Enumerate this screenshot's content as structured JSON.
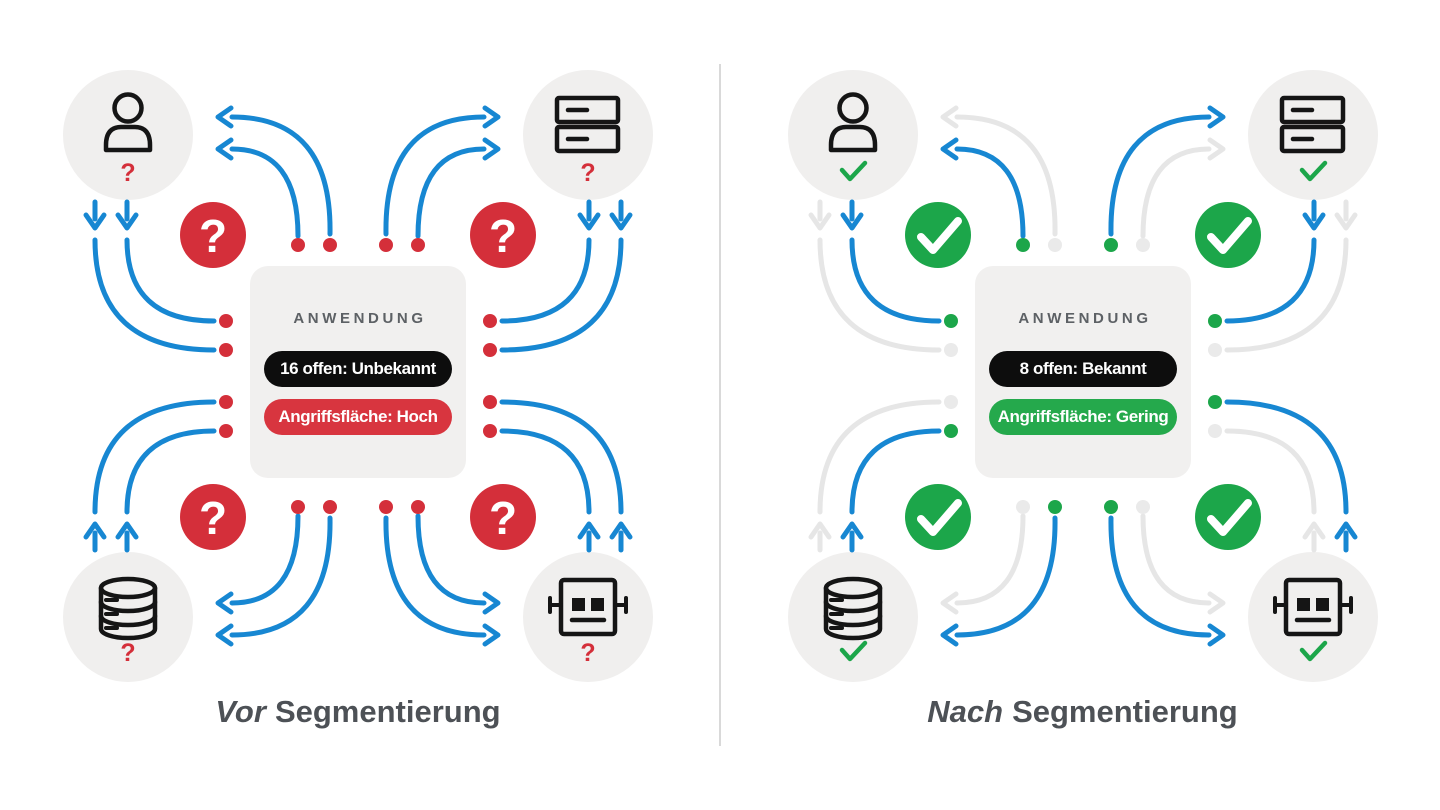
{
  "colors": {
    "blue": "#1787d2",
    "red": "#d42f3a",
    "green": "#1ca64a",
    "gray_arrow": "#e6e6e6",
    "gray_dot": "#eaeaea",
    "circle_fill": "#f0efee",
    "box_fill": "#f1f0ef",
    "black_pill": "#0d0d0d",
    "icon_stroke": "#151515",
    "caption_text": "#4d5156",
    "title_text": "#5d6165",
    "divider": "#d9d9d9"
  },
  "panels": [
    {
      "id": "before",
      "caption_italic": "Vor",
      "caption_rest": "Segmentierung",
      "app": {
        "title": "ANWENDUNG",
        "ports_label": "16 offen: Unbekannt",
        "surface_label": "Angriffsfläche: Hoch",
        "surface_color": "#d8353f"
      },
      "mark": "question",
      "mark_symbol": "?",
      "status_color": "#d42f3a",
      "badge_color": "#d42f3a",
      "dot_color": "#d42f3a",
      "entities": [
        {
          "corner": "tl",
          "icon": "user-icon"
        },
        {
          "corner": "tr",
          "icon": "server-icon"
        },
        {
          "corner": "bl",
          "icon": "database-icon"
        },
        {
          "corner": "br",
          "icon": "robot-icon"
        }
      ],
      "connections": {
        "tl": {
          "diag": [
            "open",
            "open"
          ],
          "vert": [
            "open",
            "open"
          ]
        },
        "tr": {
          "diag": [
            "open",
            "open"
          ],
          "vert": [
            "open",
            "open"
          ]
        },
        "bl": {
          "diag": [
            "open",
            "open"
          ],
          "vert": [
            "open",
            "open"
          ]
        },
        "br": {
          "diag": [
            "open",
            "open"
          ],
          "vert": [
            "open",
            "open"
          ]
        }
      }
    },
    {
      "id": "after",
      "caption_italic": "Nach",
      "caption_rest": "Segmentierung",
      "app": {
        "title": "ANWENDUNG",
        "ports_label": "8 offen: Bekannt",
        "surface_label": "Angriffsfläche: Gering",
        "surface_color": "#25a94c"
      },
      "mark": "check",
      "mark_symbol": "✓",
      "status_color": "#1ca64a",
      "badge_color": "#1ca64a",
      "dot_color": "#1ca64a",
      "entities": [
        {
          "corner": "tl",
          "icon": "user-icon"
        },
        {
          "corner": "tr",
          "icon": "server-icon"
        },
        {
          "corner": "bl",
          "icon": "database-icon"
        },
        {
          "corner": "br",
          "icon": "robot-icon"
        }
      ],
      "connections": {
        "tl": {
          "diag": [
            "blocked",
            "open"
          ],
          "vert": [
            "blocked",
            "open"
          ]
        },
        "tr": {
          "diag": [
            "open",
            "blocked"
          ],
          "vert": [
            "blocked",
            "open"
          ]
        },
        "bl": {
          "diag": [
            "open",
            "blocked"
          ],
          "vert": [
            "blocked",
            "open"
          ]
        },
        "br": {
          "diag": [
            "open",
            "blocked"
          ],
          "vert": [
            "open",
            "blocked"
          ]
        }
      }
    }
  ]
}
